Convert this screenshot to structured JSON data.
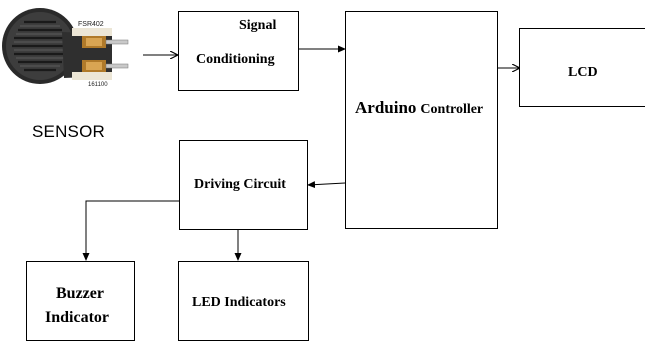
{
  "sensor": {
    "caption": "SENSOR",
    "part_text": "FSR402",
    "part_text2": "161100"
  },
  "blocks": {
    "signal_top": "Signal",
    "signal_bottom": "Conditioning",
    "arduino_bold": "Arduino",
    "arduino_rest": "Controller",
    "lcd": "LCD",
    "driving": "Driving Circuit",
    "buzzer_line1": "Buzzer",
    "buzzer_line2": "Indicator",
    "led": "LED Indicators"
  }
}
